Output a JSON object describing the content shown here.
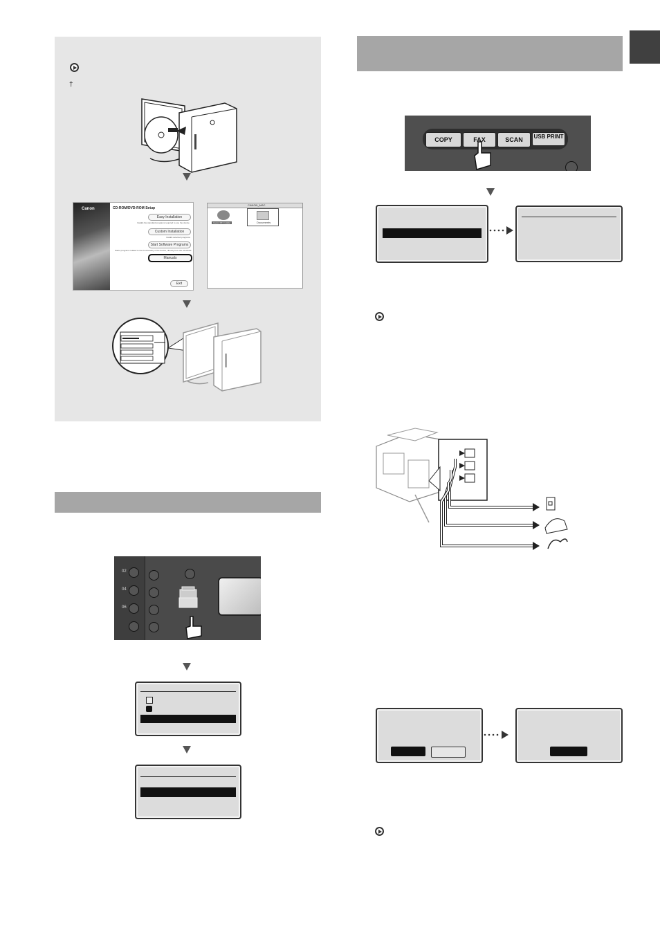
{
  "driver_panel": {
    "dagger": "†",
    "setup_window": {
      "logo": "Canon",
      "title": "CD-ROM/DVD-ROM Setup",
      "buttons": [
        "Easy Installation",
        "Custom Installation",
        "Start Software Programs",
        "Manuals"
      ],
      "captions": [
        "Installs the standard programs required to use the device",
        "Installs selected programs",
        "Starts programs related to the functionality of the device, directly from the CD-ROM"
      ],
      "exit_label": "Exit"
    },
    "mac_window": {
      "title": "CANON_MAC",
      "items": [
        "Canon MF Installer",
        "Documents"
      ]
    }
  },
  "fax_panel": {
    "buttons": [
      "COPY",
      "FAX",
      "SCAN",
      "USB PRINT"
    ]
  },
  "status_panel": {
    "speed_dial_labels": [
      "02",
      "04",
      "06"
    ]
  },
  "colors": {
    "band": "#a6a6a6",
    "box_bg": "#e6e6e6",
    "tab": "#404040"
  }
}
